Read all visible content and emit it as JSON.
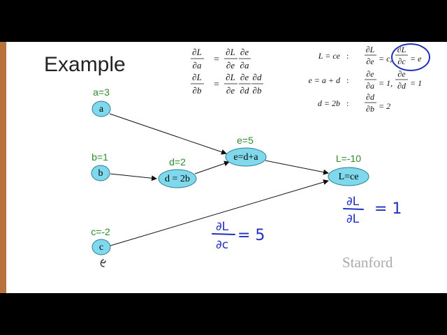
{
  "slide": {
    "title": "Example",
    "logo": "Stanford"
  },
  "graph": {
    "nodes": [
      {
        "id": "a",
        "label": "a",
        "value": "a=3"
      },
      {
        "id": "b",
        "label": "b",
        "value": "b=1"
      },
      {
        "id": "c",
        "label": "c",
        "value": "c=-2"
      },
      {
        "id": "d",
        "label": "d = 2b",
        "value": "d=2"
      },
      {
        "id": "e",
        "label": "e=d+a",
        "value": "e=5"
      },
      {
        "id": "L",
        "label": "L=ce",
        "value": "L=-10"
      }
    ],
    "edges": [
      {
        "from": "a",
        "to": "e"
      },
      {
        "from": "b",
        "to": "d"
      },
      {
        "from": "d",
        "to": "e"
      },
      {
        "from": "e",
        "to": "L"
      },
      {
        "from": "c",
        "to": "L"
      }
    ]
  },
  "equations": {
    "chain_rule": [
      {
        "lhs_num": "∂L",
        "lhs_den": "∂a",
        "eq": "=",
        "rhs_num": [
          "∂L",
          "∂e"
        ],
        "rhs_den": [
          "∂e",
          "∂a"
        ]
      },
      {
        "lhs_num": "∂L",
        "lhs_den": "∂b",
        "eq": "=",
        "rhs_num": [
          "∂L",
          "∂e",
          "∂d"
        ],
        "rhs_den": [
          "∂e",
          "∂d",
          "∂b"
        ]
      }
    ],
    "local": [
      {
        "def": "L = ce",
        "sep": ":",
        "d1_num": "∂L",
        "d1_den": "∂e",
        "v1": "= c,",
        "d2_num": "∂L",
        "d2_den": "∂c",
        "v2": "= e"
      },
      {
        "def": "e = a + d",
        "sep": ":",
        "d1_num": "∂e",
        "d1_den": "∂a",
        "v1": "= 1,",
        "d2_num": "∂e",
        "d2_den": "∂d",
        "v2": "= 1"
      },
      {
        "def": "d = 2b",
        "sep": ":",
        "d1_num": "∂d",
        "d1_den": "∂b",
        "v1": "= 2"
      }
    ]
  },
  "annotations": {
    "dLdL": {
      "num": "∂L",
      "den": "∂L",
      "value": "= 1"
    },
    "dLdc": {
      "num": "∂L",
      "den": "∂c",
      "value": "= 5"
    }
  },
  "colors": {
    "node_fill": "#7fd8ec",
    "value_label": "#2e8b2e",
    "ink": "#1f2fbf",
    "accent_bar": "#b8733c"
  }
}
